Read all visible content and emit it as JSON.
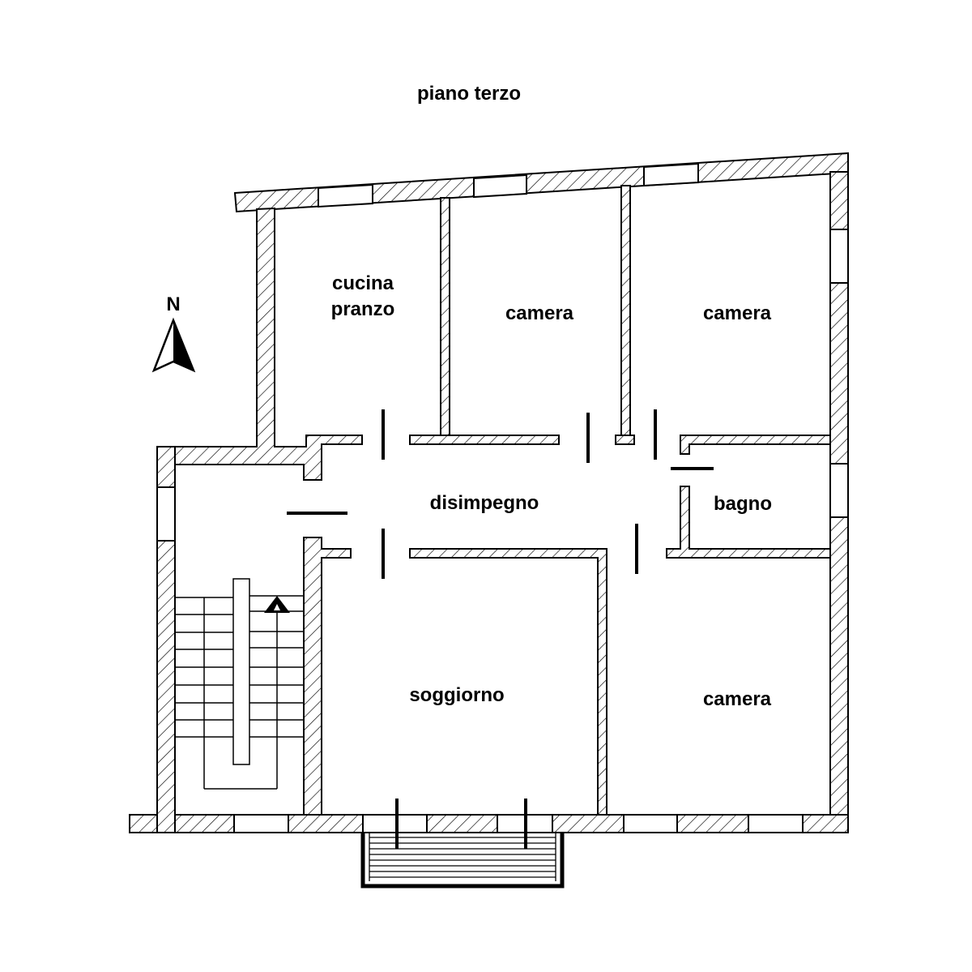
{
  "title": "piano terzo",
  "north_label": "N",
  "rooms": {
    "kitchen_line1": "cucina",
    "kitchen_line2": "pranzo",
    "bedroom_1": "camera",
    "bedroom_2": "camera",
    "hallway": "disimpegno",
    "bathroom": "bagno",
    "living_room": "soggiorno",
    "bedroom_3": "camera"
  }
}
